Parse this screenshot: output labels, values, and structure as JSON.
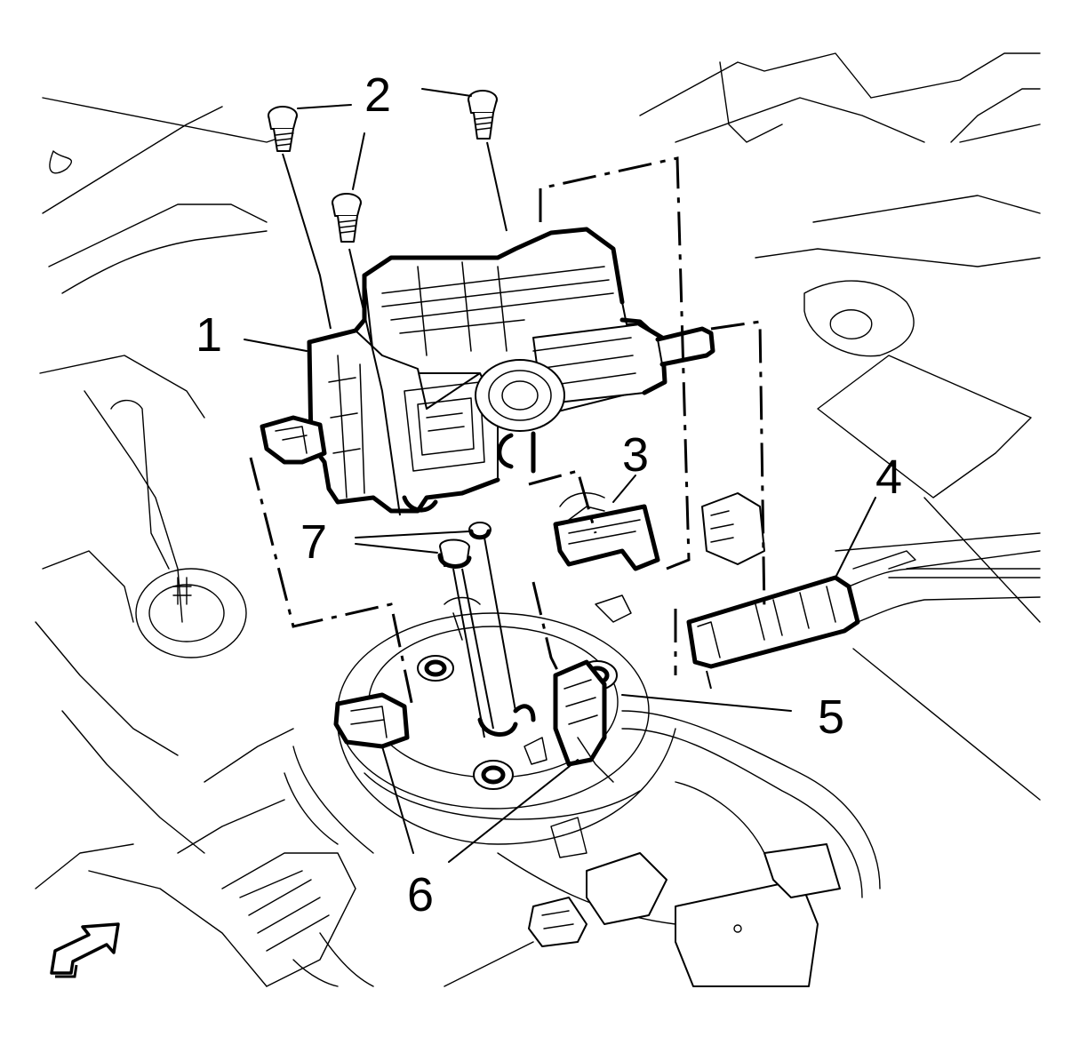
{
  "callouts": {
    "c1": "1",
    "c2": "2",
    "c3": "3",
    "c4": "4",
    "c5": "5",
    "c6": "6",
    "c7": "7"
  },
  "icons": {
    "orientation_arrow": "forward-arrow-icon"
  },
  "colors": {
    "line": "#000000",
    "background": "#ffffff"
  }
}
